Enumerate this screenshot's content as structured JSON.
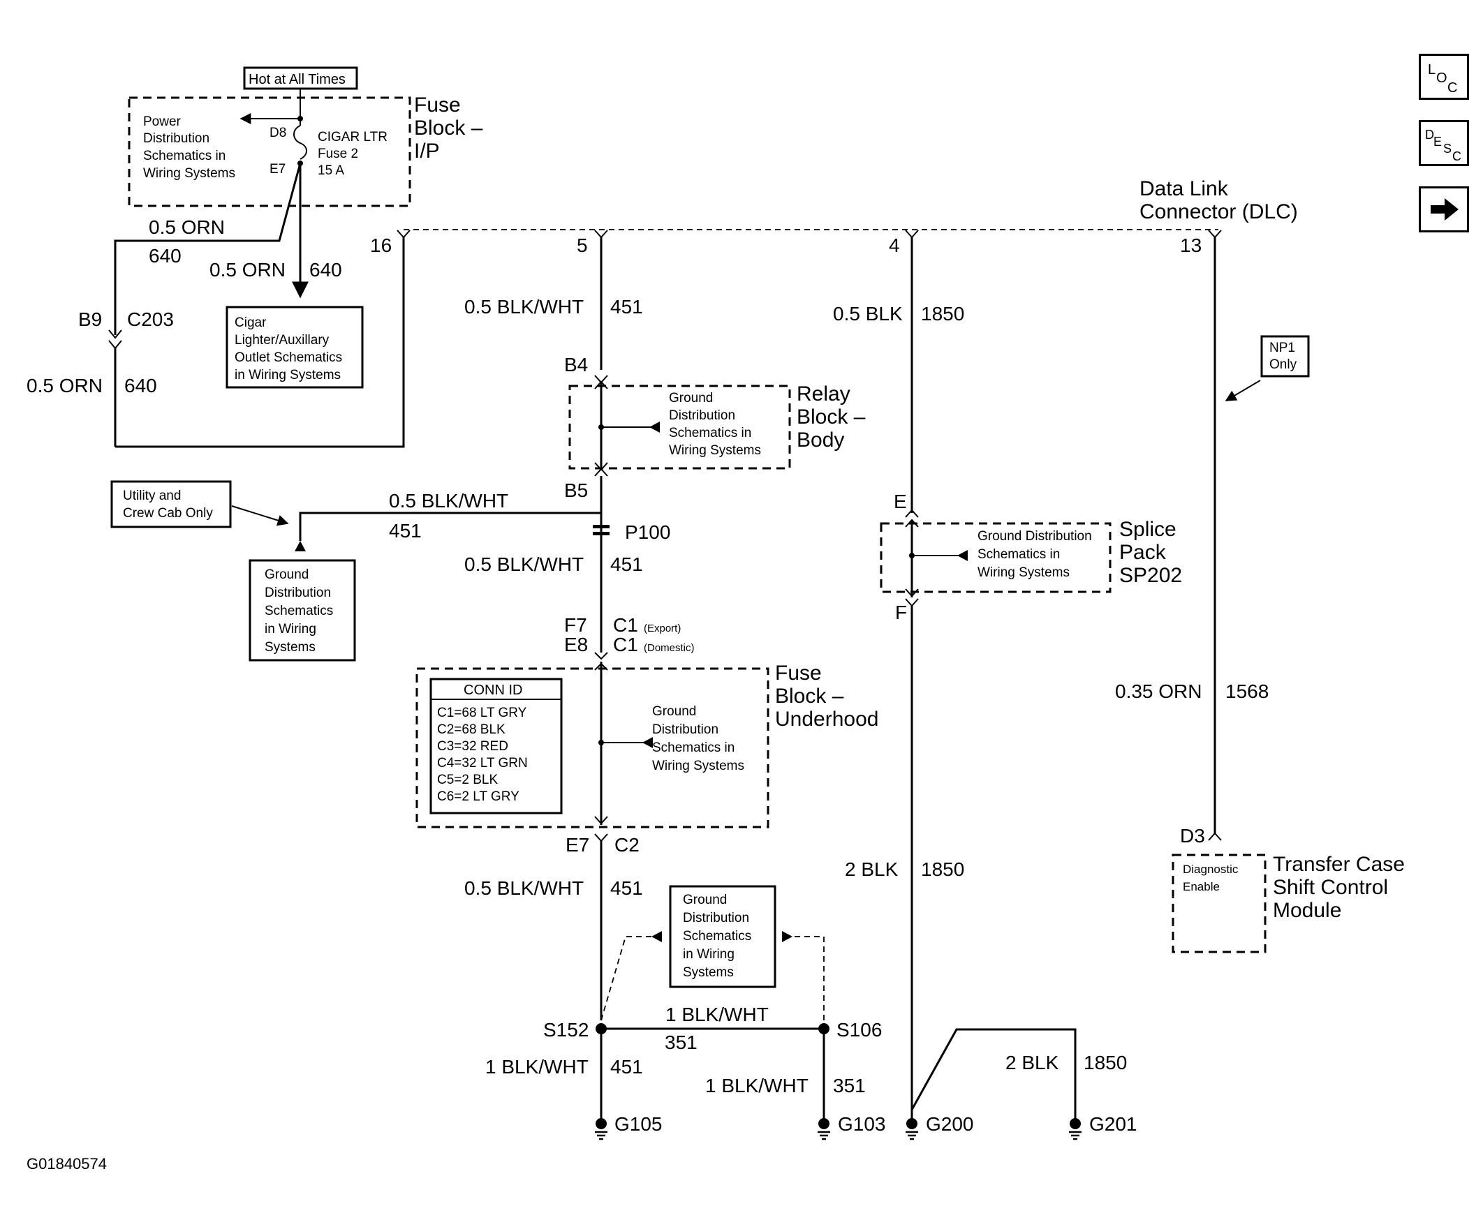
{
  "diagram": {
    "figure_id": "G01840574",
    "hot_label": "Hot at All Times",
    "fuse_block_ip": [
      "Fuse",
      "Block –",
      "I/P"
    ],
    "power_dist": [
      "Power",
      "Distribution",
      "Schematics in",
      "Wiring Systems"
    ],
    "fuse_pins": {
      "top": "D8",
      "bottom": "E7"
    },
    "fuse_label": [
      "CIGAR LTR",
      "Fuse 2",
      "15 A"
    ],
    "wire_640": {
      "size": "0.5 ORN",
      "circuit": "640"
    },
    "connector_c203": {
      "pin": "B9",
      "name": "C203"
    },
    "cigar_box": [
      "Cigar",
      "Lighter/Auxillary",
      "Outlet Schematics",
      "in Wiring Systems"
    ],
    "dlc": {
      "title": [
        "Data Link",
        "Connector (DLC)"
      ],
      "pins": [
        "16",
        "5",
        "4",
        "13"
      ]
    },
    "wire_451": {
      "size": "0.5 BLK/WHT",
      "circuit": "451"
    },
    "wire_1850": {
      "size": "0.5 BLK",
      "circuit": "1850"
    },
    "relay_block": {
      "title": [
        "Relay",
        "Block –",
        "Body"
      ],
      "pins": {
        "top": "B4",
        "bottom": "B5"
      },
      "ground_text": [
        "Ground",
        "Distribution",
        "Schematics in",
        "Wiring Systems"
      ]
    },
    "utility_note": [
      "Utility and",
      "Crew Cab Only"
    ],
    "ground_box_left": [
      "Ground",
      "Distribution",
      "Schematics",
      "in Wiring",
      "Systems"
    ],
    "p100": "P100",
    "splice_pack": {
      "title": [
        "Splice",
        "Pack",
        "SP202"
      ],
      "pins": {
        "top": "E",
        "bottom": "F"
      },
      "ground_text": [
        "Ground Distribution",
        "Schematics in",
        "Wiring Systems"
      ]
    },
    "np1_note": [
      "NP1",
      "Only"
    ],
    "fuse_underhood": {
      "title": [
        "Fuse",
        "Block –",
        "Underhood"
      ],
      "top_pins": {
        "export_pin": "F7",
        "domestic_pin": "E8",
        "conn": "C1",
        "export": "(Export)",
        "domestic": "(Domestic)"
      },
      "bottom_pins": {
        "pin": "E7",
        "conn": "C2"
      },
      "conn_id_title": "CONN ID",
      "conn_id": [
        "C1=68 LT GRY",
        "C2=68 BLK",
        "C3=32 RED",
        "C4=32 LT GRN",
        "C5=2 BLK",
        "C6=2 LT GRY"
      ],
      "ground_text": [
        "Ground",
        "Distribution",
        "Schematics in",
        "Wiring Systems"
      ]
    },
    "wire_1568": {
      "size": "0.35 ORN",
      "circuit": "1568"
    },
    "wire_2blk": {
      "size": "2 BLK",
      "circuit": "1850"
    },
    "transfer_case": {
      "pin": "D3",
      "inner": [
        "Diagnostic",
        "Enable"
      ],
      "title": [
        "Transfer Case",
        "Shift Control",
        "Module"
      ]
    },
    "ground_box_bottom": [
      "Ground",
      "Distribution",
      "Schematics",
      "in Wiring",
      "Systems"
    ],
    "splices": {
      "left": "S152",
      "right": "S106"
    },
    "wire_351_h": {
      "size": "1 BLK/WHT",
      "circuit": "351"
    },
    "wire_451_b": {
      "size": "1 BLK/WHT",
      "circuit": "451"
    },
    "wire_351_b": {
      "size": "1 BLK/WHT",
      "circuit": "351"
    },
    "grounds": [
      "G105",
      "G103",
      "G200",
      "G201"
    ]
  },
  "nav": {
    "loc": {
      "l1": "L",
      "l2": "O",
      "l3": "C",
      "icon": "location-icon"
    },
    "desc": {
      "l1": "D",
      "l2": "E",
      "l3": "S",
      "l4": "C",
      "icon": "description-icon"
    },
    "next": {
      "icon": "arrow-right-icon"
    }
  }
}
